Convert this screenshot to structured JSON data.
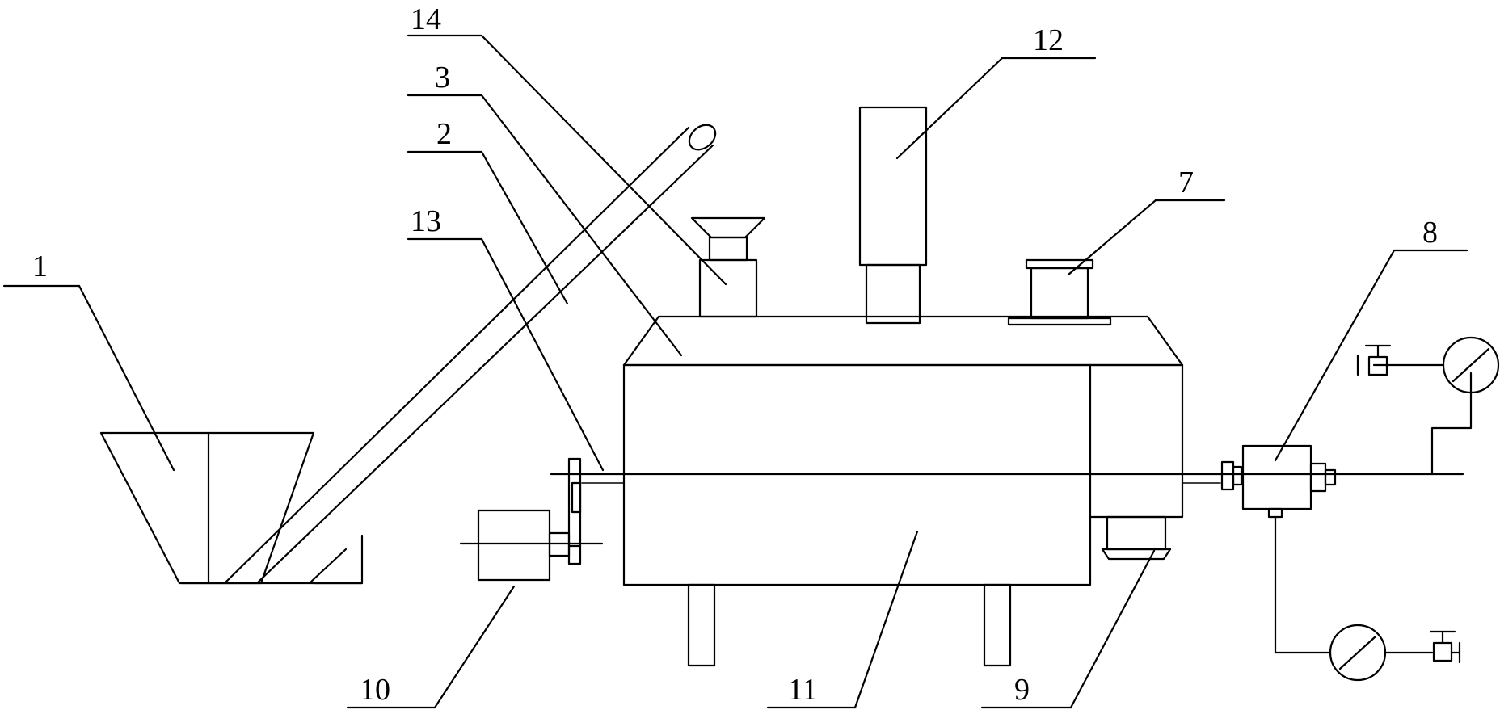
{
  "diagram": {
    "labels": {
      "hopper": "1",
      "screw_conveyor": "2",
      "vessel_top": "3",
      "outlet_port": "7",
      "valve_assembly": "8",
      "discharge_port": "9",
      "motor": "10",
      "vessel_body": "11",
      "chimney": "12",
      "shaft": "13",
      "feed_port": "14"
    },
    "colors": {
      "line": "#000000",
      "background": "#ffffff"
    }
  }
}
